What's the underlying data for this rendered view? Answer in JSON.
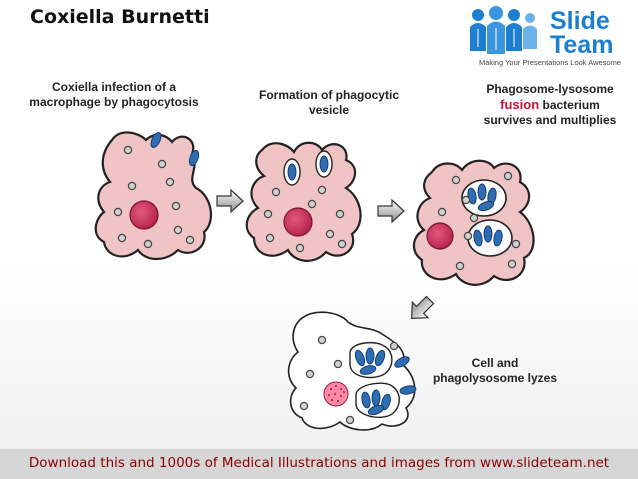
{
  "header": {
    "title": "Coxiella Burnetti"
  },
  "logo": {
    "line1": "Slide",
    "line2": "Team",
    "tagline": "Making Your Presentations Look Awesome"
  },
  "steps": [
    {
      "line1": "Coxiella infection of a",
      "line2": "macrophage by phagocytosis"
    },
    {
      "line1": "Formation of phagocytic",
      "line2": "vesicle"
    },
    {
      "line1": "Phagosome-lysosome",
      "highlight": "fusion",
      "line2_rest": " bacterium",
      "line3": "survives and multiplies"
    },
    {
      "line1": "Cell and",
      "line2": "phagolysosome lyzes"
    }
  ],
  "footer": {
    "text": "Download this and 1000s of Medical Illustrations and images from www.slideteam.net"
  },
  "colors": {
    "cell_fill": "#f0c4c4",
    "nucleus": "#c8345a",
    "bacterium": "#2f6db3",
    "footer_text": "#8a0000",
    "fusion_text": "#cc1133"
  }
}
